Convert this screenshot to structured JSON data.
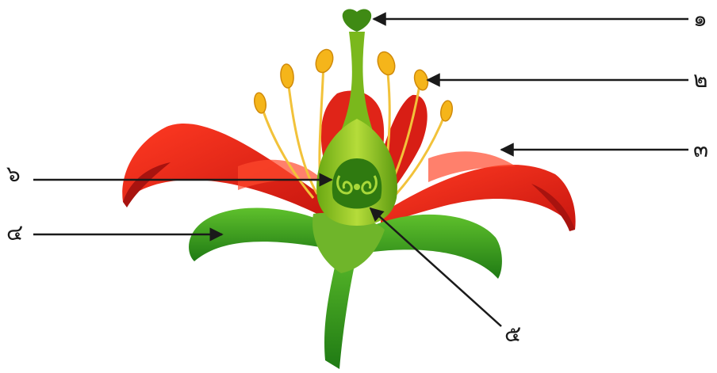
{
  "labels": {
    "l1": "๑",
    "l2": "๒",
    "l3": "๓",
    "l4": "๔",
    "l5": "๕",
    "l6": "๖"
  },
  "colors": {
    "petal": "#e8231c",
    "petal_dark": "#a8130f",
    "leaf": "#2e9a1e",
    "leaf_dark": "#1d6b12",
    "pistil": "#8fc21a",
    "anther": "#f5b51a",
    "filament": "#f2c23a",
    "line": "#1a1a1a"
  }
}
